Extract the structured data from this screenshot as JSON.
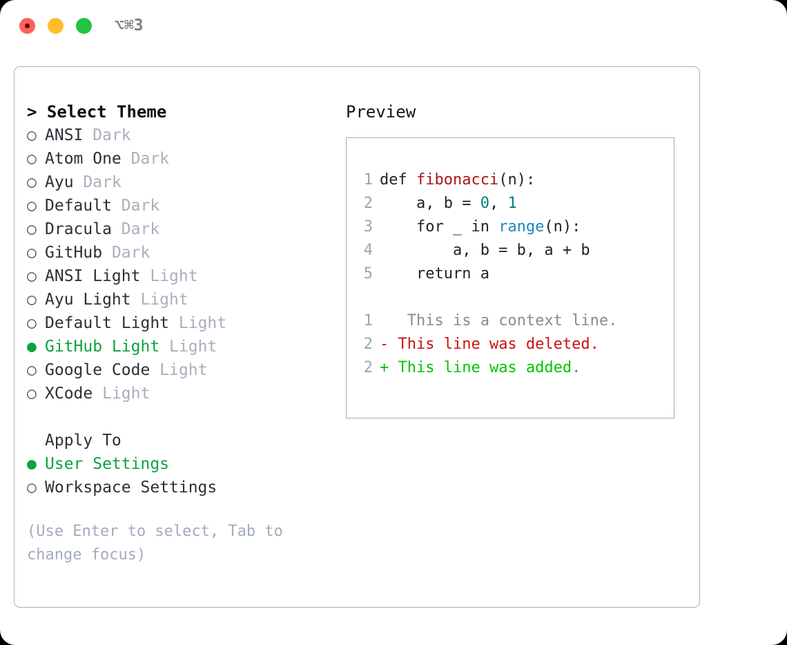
{
  "titlebar": {
    "shortcut": "⌥⌘3",
    "lights": [
      {
        "name": "close",
        "color": "#fc6159"
      },
      {
        "name": "minimize",
        "color": "#ffbd2e"
      },
      {
        "name": "maximize",
        "color": "#23c343"
      }
    ]
  },
  "theme_picker": {
    "header": "> Select Theme",
    "bullet_selected": "●",
    "bullet_unselected": "○",
    "options": [
      {
        "marker": "○",
        "name": "ANSI",
        "tag": "Dark",
        "selected": false
      },
      {
        "marker": "○",
        "name": "Atom One",
        "tag": "Dark",
        "selected": false
      },
      {
        "marker": "○",
        "name": "Ayu",
        "tag": "Dark",
        "selected": false
      },
      {
        "marker": "○",
        "name": "Default",
        "tag": "Dark",
        "selected": false
      },
      {
        "marker": "○",
        "name": "Dracula",
        "tag": "Dark",
        "selected": false
      },
      {
        "marker": "○",
        "name": "GitHub",
        "tag": "Dark",
        "selected": false
      },
      {
        "marker": "○",
        "name": "ANSI Light",
        "tag": "Light",
        "selected": false
      },
      {
        "marker": "○",
        "name": "Ayu Light",
        "tag": "Light",
        "selected": false
      },
      {
        "marker": "○",
        "name": "Default Light",
        "tag": "Light",
        "selected": false
      },
      {
        "marker": "●",
        "name": "GitHub Light",
        "tag": "Light",
        "selected": true
      },
      {
        "marker": "○",
        "name": "Google Code",
        "tag": "Light",
        "selected": false
      },
      {
        "marker": "○",
        "name": "XCode",
        "tag": "Light",
        "selected": false
      }
    ]
  },
  "apply_to": {
    "title": "Apply To",
    "options": [
      {
        "marker": "●",
        "name": "User Settings",
        "selected": true
      },
      {
        "marker": "○",
        "name": "Workspace Settings",
        "selected": false
      }
    ]
  },
  "hint": "(Use Enter to select, Tab to change focus)",
  "preview": {
    "title": "Preview",
    "code": [
      {
        "num": "1",
        "segments": [
          {
            "text": "def ",
            "type": "plain"
          },
          {
            "text": "fibonacci",
            "type": "fn"
          },
          {
            "text": "(n):",
            "type": "plain"
          }
        ]
      },
      {
        "num": "2",
        "segments": [
          {
            "text": "    a, b = ",
            "type": "plain"
          },
          {
            "text": "0",
            "type": "num"
          },
          {
            "text": ", ",
            "type": "plain"
          },
          {
            "text": "1",
            "type": "num"
          }
        ]
      },
      {
        "num": "3",
        "segments": [
          {
            "text": "    for _ in ",
            "type": "plain"
          },
          {
            "text": "range",
            "type": "call"
          },
          {
            "text": "(n):",
            "type": "plain"
          }
        ]
      },
      {
        "num": "4",
        "segments": [
          {
            "text": "        a, b = b, a + b",
            "type": "plain"
          }
        ]
      },
      {
        "num": "5",
        "segments": [
          {
            "text": "    return a",
            "type": "plain"
          }
        ]
      }
    ],
    "diff": [
      {
        "num": "1",
        "sign": " ",
        "text": "  This is a context line.",
        "kind": "context"
      },
      {
        "num": "2",
        "sign": "-",
        "text": " This line was deleted.",
        "kind": "deleted"
      },
      {
        "num": "2",
        "sign": "+",
        "text": " This line was added.",
        "kind": "added"
      }
    ]
  },
  "colors": {
    "accent_green": "#0aa33f",
    "diff_deleted": "#cc1111",
    "diff_added": "#00c400",
    "syntax_function": "#ab1515",
    "syntax_number": "#0a7b7b",
    "syntax_call": "#1d87b9",
    "muted": "#a8b0bc",
    "border": "#a3b0bd"
  }
}
